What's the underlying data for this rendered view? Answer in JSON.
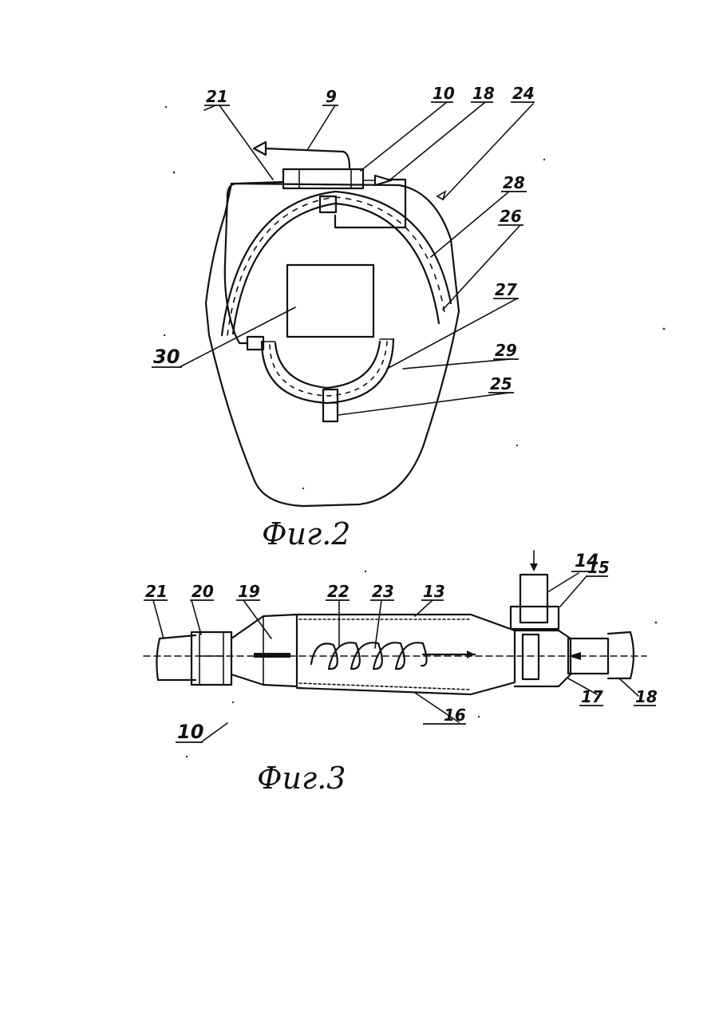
{
  "figures": [
    {
      "id": "fig2",
      "caption": "Фиг.2",
      "labels": [
        "21",
        "9",
        "10",
        "18",
        "24",
        "28",
        "26",
        "30",
        "27",
        "29",
        "25"
      ]
    },
    {
      "id": "fig3",
      "caption": "Фиг.3",
      "labels": [
        "21",
        "20",
        "19",
        "22",
        "23",
        "13",
        "14",
        "15",
        "17",
        "18",
        "16",
        "10"
      ]
    }
  ]
}
